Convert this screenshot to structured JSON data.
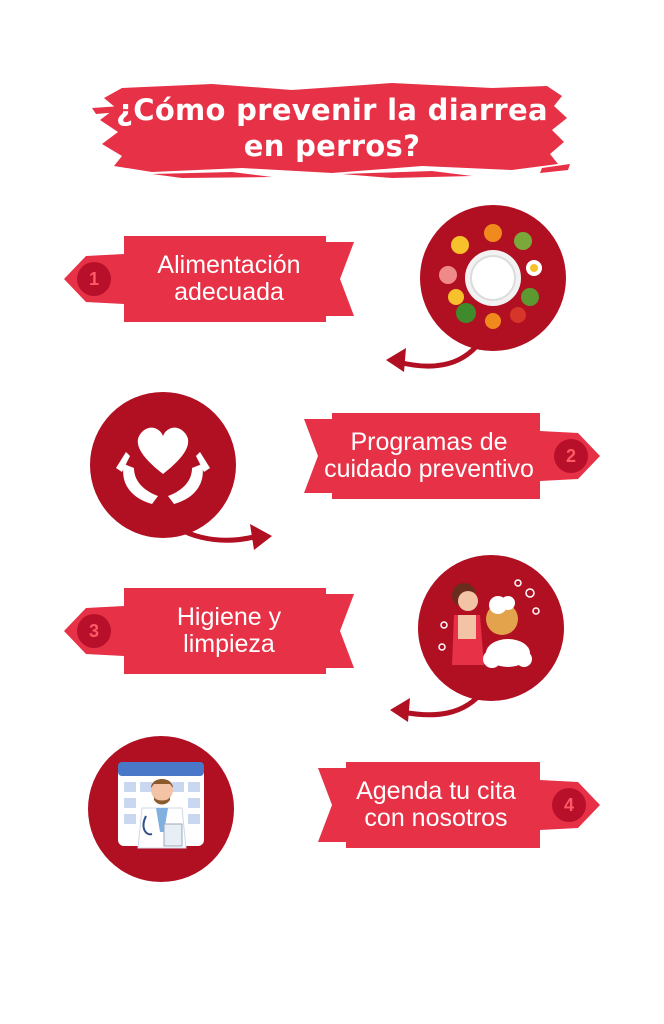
{
  "title": {
    "line1": "¿Cómo prevenir la diarrea",
    "line2": "en perros?"
  },
  "colors": {
    "primary": "#e63146",
    "dark": "#b10f22",
    "badge": "#b8102a"
  },
  "steps": [
    {
      "number": "1",
      "label_line1": "Alimentación",
      "label_line2": "adecuada",
      "icon": "food-plate-icon"
    },
    {
      "number": "2",
      "label_line1": "Programas de",
      "label_line2": "cuidado preventivo",
      "icon": "heart-hands-icon"
    },
    {
      "number": "3",
      "label_line1": "Higiene y",
      "label_line2": "limpieza",
      "icon": "dog-bath-icon"
    },
    {
      "number": "4",
      "label_line1": "Agenda tu cita",
      "label_line2": "con nosotros",
      "icon": "veterinarian-calendar-icon"
    }
  ]
}
